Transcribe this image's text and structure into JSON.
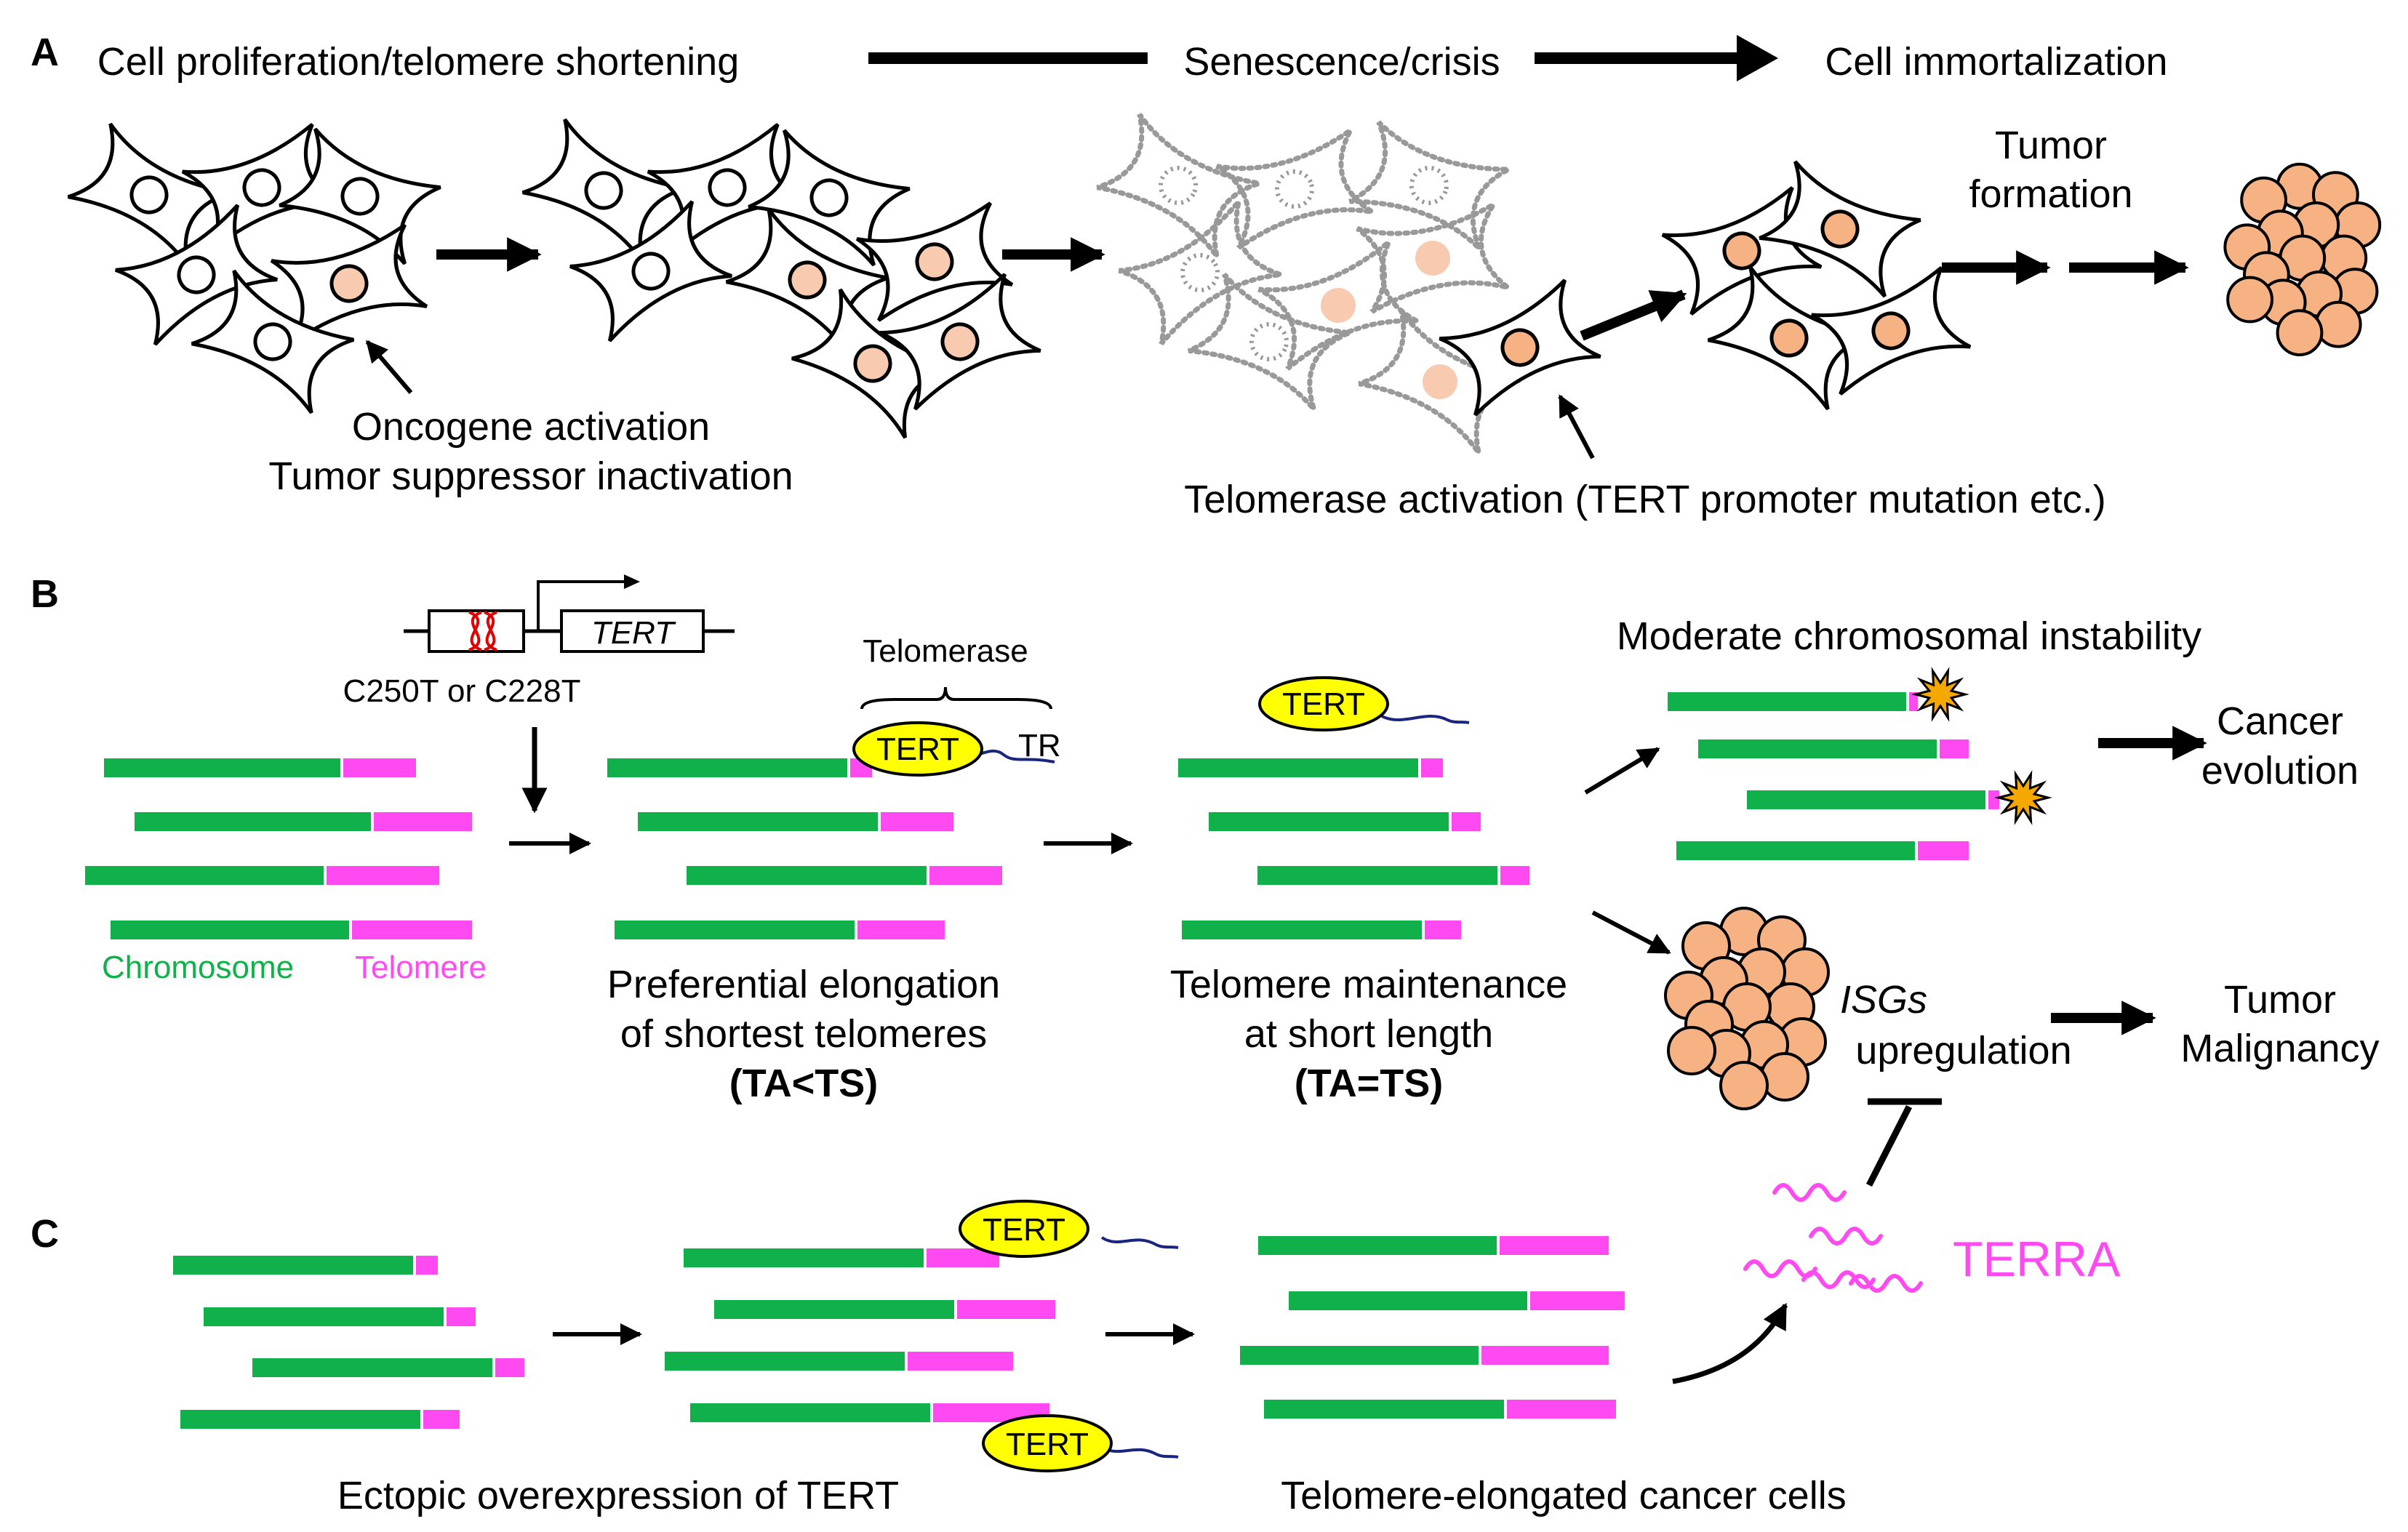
{
  "colors": {
    "chromosome": "#10b14a",
    "telomere": "#ff4af2",
    "tumor_cell": "#f7b284",
    "nucleus_onc": "#f8cbb0",
    "tert": "#ffff00",
    "tr_rna": "#1a2580",
    "crisis_gray": "#999999",
    "spark": "#f5a800"
  },
  "panelA": {
    "letter": "A",
    "stage1": "Cell proliferation/telomere shortening",
    "stage2": "Senescence/crisis",
    "stage3": "Cell immortalization",
    "oncogene": "Oncogene activation",
    "suppressor": "Tumor suppressor inactivation",
    "telomerase_activation": "Telomerase activation (TERT promoter mutation etc.)",
    "tumor_line1": "Tumor",
    "tumor_line2": "formation"
  },
  "panelB": {
    "letter": "B",
    "gene": "TERT",
    "mutations": "C250T or C228T",
    "telomerase": "Telomerase",
    "tert": "TERT",
    "tr": "TR",
    "chromosome": "Chromosome",
    "telomere": "Telomere",
    "pref1": "Preferential elongation",
    "pref2": "of shortest telomeres",
    "pref3": "(TA<TS)",
    "maint1": "Telomere maintenance",
    "maint2": "at short length",
    "maint3": "(TA=TS)",
    "instability": "Moderate chromosomal instability",
    "cancer1": "Cancer",
    "cancer2": "evolution",
    "isgs": "ISGs",
    "upregulation": "upregulation",
    "malig1": "Tumor",
    "malig2": "Malignancy"
  },
  "panelC": {
    "letter": "C",
    "tert": "TERT",
    "ectopic": "Ectopic overexpression of TERT",
    "elongated": "Telomere-elongated cancer cells",
    "terra": "TERRA"
  }
}
